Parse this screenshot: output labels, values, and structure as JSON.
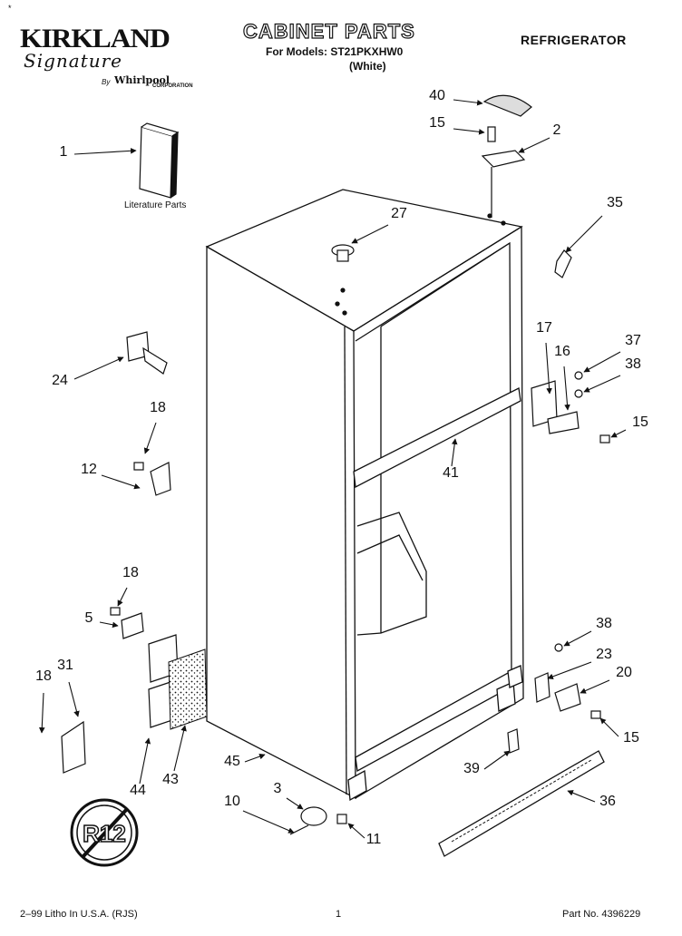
{
  "header": {
    "brand_main": "KIRKLAND",
    "brand_script": "Signature",
    "by": "By",
    "maker": "Whirlpool",
    "maker_sub": "CORPORATION",
    "title": "CABINET PARTS",
    "models_line": "For Models: ST21PKXHW0",
    "color_line": "(White)",
    "appliance": "REFRIGERATOR"
  },
  "marker": "*",
  "literature_label": "Literature Parts",
  "badge_text": "R12",
  "callouts": [
    "1",
    "40",
    "15",
    "2",
    "35",
    "27",
    "24",
    "18",
    "12",
    "17",
    "16",
    "37",
    "38",
    "15",
    "41",
    "18",
    "5",
    "38",
    "23",
    "20",
    "15",
    "31",
    "18",
    "44",
    "43",
    "45",
    "39",
    "36",
    "3",
    "10",
    "11"
  ],
  "footer": {
    "left": "2–99 Litho In U.S.A. (RJS)",
    "page": "1",
    "part": "Part No. 4396229"
  }
}
